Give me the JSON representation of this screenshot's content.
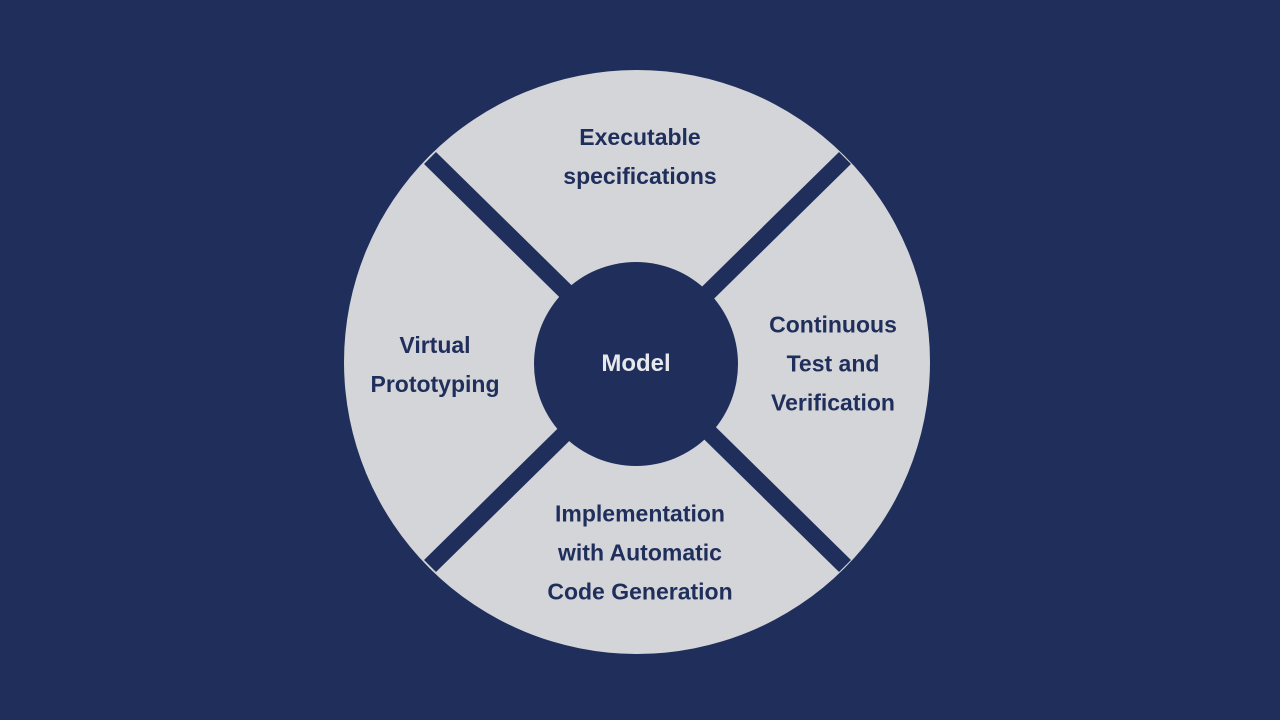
{
  "colors": {
    "background": "#1f2e5b",
    "segment_fill": "#d3d5d9",
    "center_fill": "#1f2e5b",
    "segment_text": "#1f2e5b",
    "center_text": "#e6e8ec"
  },
  "center": {
    "label": "Model"
  },
  "segments": {
    "top": {
      "lines": [
        "Executable",
        "specifications"
      ]
    },
    "right": {
      "lines": [
        "Continuous",
        "Test and",
        "Verification"
      ]
    },
    "bottom": {
      "lines": [
        "Implementation",
        "with Automatic",
        "Code Generation"
      ]
    },
    "left": {
      "lines": [
        "Virtual",
        "Prototyping"
      ]
    }
  }
}
